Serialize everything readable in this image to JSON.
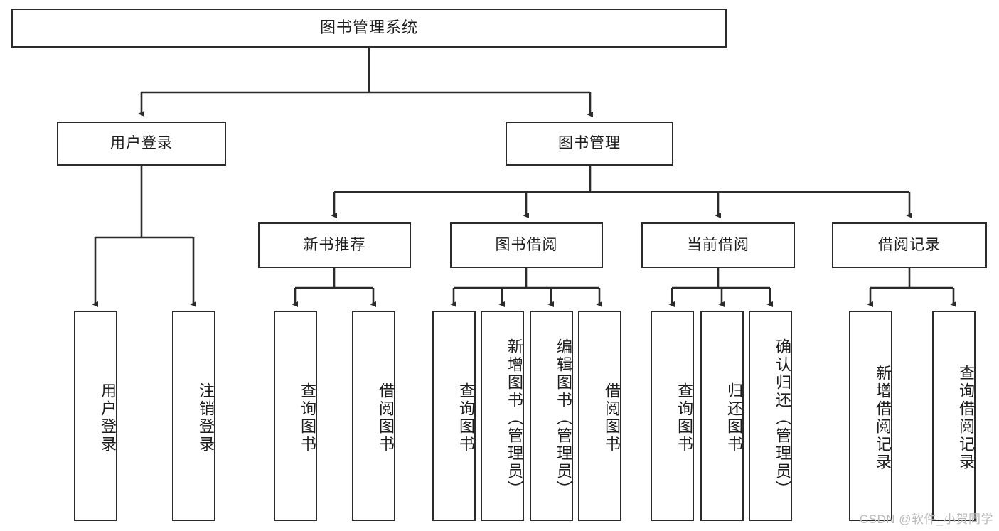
{
  "diagram": {
    "title": "图书管理系统",
    "type": "hierarchy-tree",
    "watermark": "CSDN @软件_小贺同学",
    "colors": {
      "stroke": "#2b2b2b",
      "fill": "#ffffff",
      "text": "#1c1c1c",
      "watermark": "#b9b9b9"
    },
    "root": {
      "label": "图书管理系统"
    },
    "level2": [
      {
        "label": "用户登录"
      },
      {
        "label": "图书管理"
      }
    ],
    "level3": [
      {
        "label": "新书推荐"
      },
      {
        "label": "图书借阅"
      },
      {
        "label": "当前借阅"
      },
      {
        "label": "借阅记录"
      }
    ],
    "leaves": {
      "user_login": [
        {
          "label": "用户登录"
        },
        {
          "label": "注销登录"
        }
      ],
      "new_book_recommend": [
        {
          "label": "查询图书"
        },
        {
          "label": "借阅图书"
        }
      ],
      "book_borrow": [
        {
          "label": "查询图书"
        },
        {
          "label": "新增图书（管理员）"
        },
        {
          "label": "编辑图书（管理员）"
        },
        {
          "label": "借阅图书"
        }
      ],
      "current_borrow": [
        {
          "label": "查询图书"
        },
        {
          "label": "归还图书"
        },
        {
          "label": "确认归还（管理员）"
        }
      ],
      "borrow_record": [
        {
          "label": "新增借阅记录"
        },
        {
          "label": "查询借阅记录"
        }
      ]
    }
  }
}
